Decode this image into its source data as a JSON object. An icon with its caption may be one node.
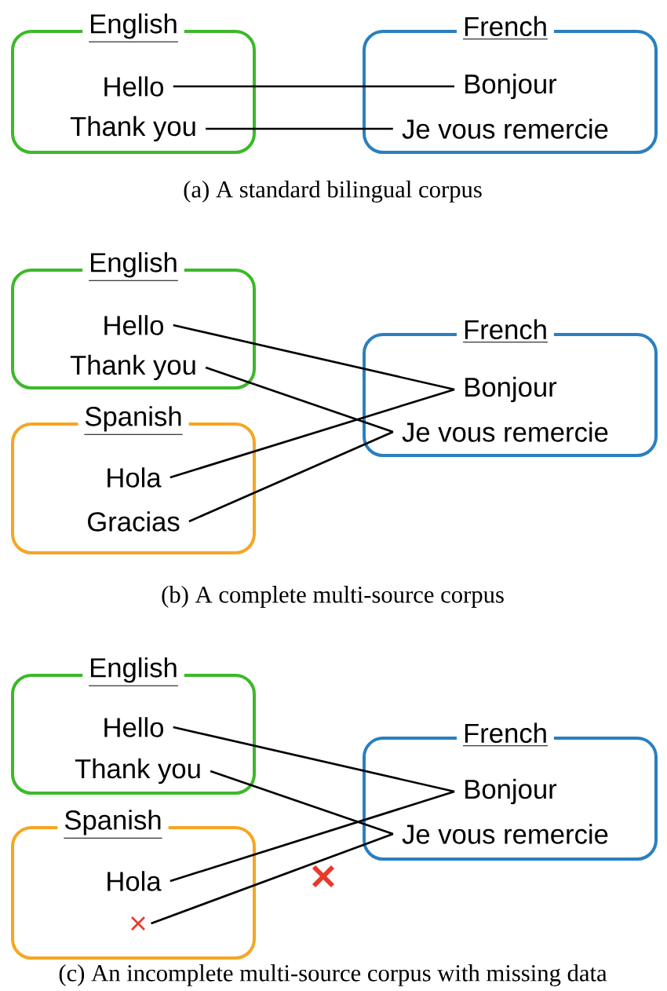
{
  "diagram": {
    "nodes": [
      {
        "text": [
          "English"
        ]
      },
      {
        "text": [
          "Hello"
        ],
        "in": 0
      },
      {
        "text": [
          "Thank you"
        ],
        "in": 0
      },
      {
        "text": [
          "French"
        ]
      },
      {
        "text": [
          "Bonjour"
        ],
        "in": 3
      },
      {
        "text": [
          "Je vous remercie"
        ],
        "in": 3
      },
      {
        "text": [
          "English"
        ]
      },
      {
        "text": [
          "Hello"
        ],
        "in": 6
      },
      {
        "text": [
          "Thank you"
        ],
        "in": 6
      },
      {
        "text": [
          "Spanish"
        ]
      },
      {
        "text": [
          "Hola"
        ],
        "in": 9
      },
      {
        "text": [
          "Gracias"
        ],
        "in": 9
      },
      {
        "text": [
          "French"
        ]
      },
      {
        "text": [
          "Bonjour"
        ],
        "in": 12
      },
      {
        "text": [
          "Je vous remercie"
        ],
        "in": 12
      },
      {
        "text": [
          "English"
        ]
      },
      {
        "text": [
          "Hello"
        ],
        "in": 15
      },
      {
        "text": [
          "Thank you"
        ],
        "in": 15
      },
      {
        "text": [
          "Spanish"
        ]
      },
      {
        "text": [
          "Hola"
        ],
        "in": 18
      },
      {
        "text": [],
        "shape": "cross",
        "in": 18
      },
      {
        "text": [
          "French"
        ]
      },
      {
        "text": [
          "Bonjour"
        ],
        "in": 21
      },
      {
        "text": [
          "Je vous remercie"
        ],
        "in": 21
      }
    ],
    "edges": [
      {
        "from": 1,
        "to": 4,
        "arrow": "none"
      },
      {
        "from": 2,
        "to": 5,
        "arrow": "none"
      },
      {
        "from": 7,
        "to": 13,
        "arrow": "none"
      },
      {
        "from": 8,
        "to": 14,
        "arrow": "none"
      },
      {
        "from": 10,
        "to": 13,
        "arrow": "none"
      },
      {
        "from": 11,
        "to": 14,
        "arrow": "none"
      },
      {
        "from": 16,
        "to": 22,
        "arrow": "none"
      },
      {
        "from": 17,
        "to": 23,
        "arrow": "none"
      },
      {
        "from": 19,
        "to": 22,
        "arrow": "none"
      },
      {
        "from": 20,
        "to": 23,
        "arrow": "none"
      }
    ],
    "labels": [
      "(a) A standard bilingual corpus",
      "(b) A complete multi-source corpus",
      "(c) An incomplete multi-source corpus with missing data"
    ]
  }
}
